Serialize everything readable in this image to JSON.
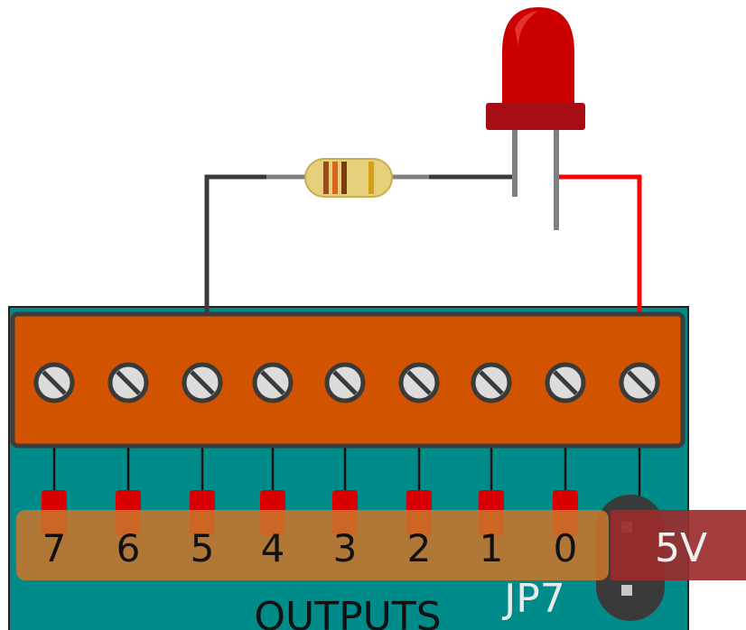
{
  "output_numbers": [
    "7",
    "6",
    "5",
    "4",
    "3",
    "2",
    "1",
    "0"
  ],
  "label_5v": "5V",
  "label_outputs": "OUTPUTS",
  "label_jp7": "JP7",
  "colors": {
    "terminal_block": "#d35400",
    "terminal_block_stroke": "#3d3d3d",
    "board": "#008b8b",
    "led": "#cc0000",
    "led_rim": "#a50d12",
    "resistor_body": "#e6cf7a",
    "wire_dark": "#3a3a3a",
    "wire_red": "#ff0000",
    "label_strip": "#c8742a",
    "badge_5v": "#9b2c2c"
  }
}
